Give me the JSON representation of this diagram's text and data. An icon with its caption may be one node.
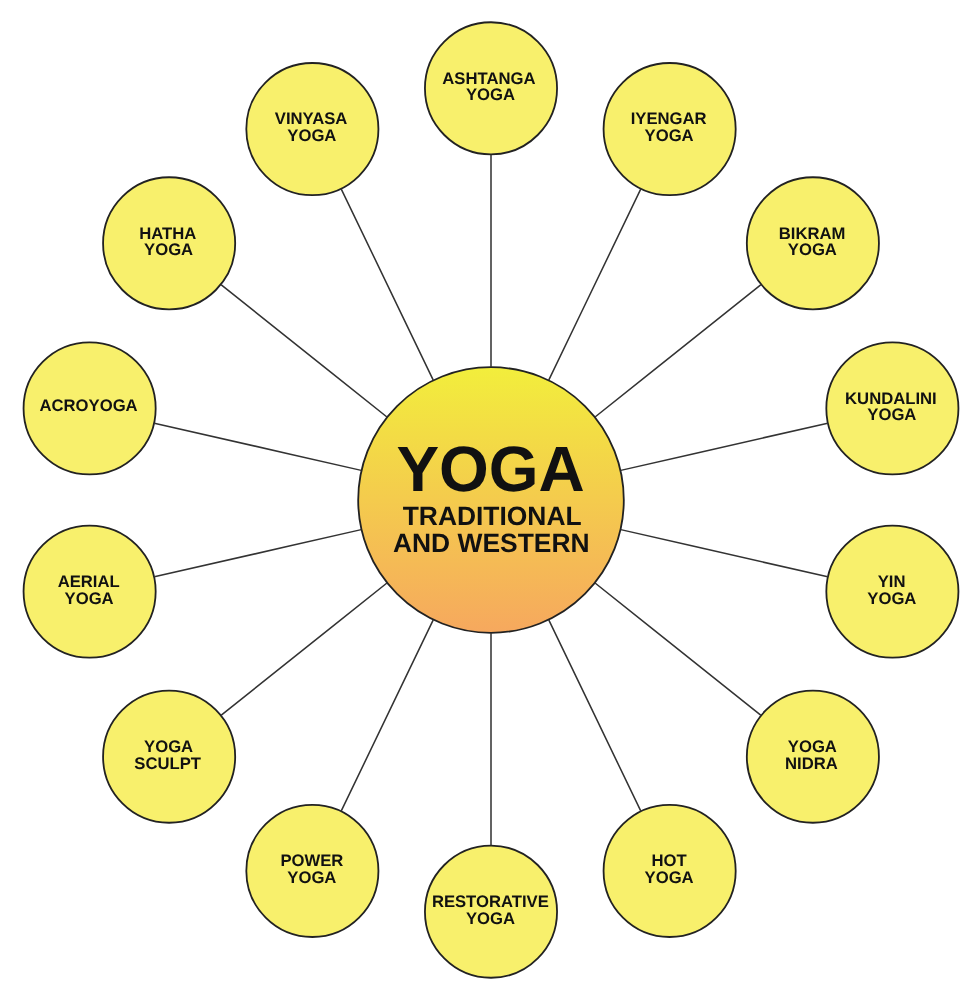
{
  "diagram": {
    "nodes": [
      {
        "text": [
          "YOGA",
          "TRADITIONAL AND WESTERN"
        ]
      },
      {
        "text": [
          "ASHTANGA YOGA"
        ]
      },
      {
        "text": [
          "IYENGAR YOGA"
        ]
      },
      {
        "text": [
          "BIKRAM YOGA"
        ]
      },
      {
        "text": [
          "KUNDALINI YOGA"
        ]
      },
      {
        "text": [
          "YIN YOGA"
        ]
      },
      {
        "text": [
          "YOGA NIDRA"
        ]
      },
      {
        "text": [
          "HOT YOGA"
        ]
      },
      {
        "text": [
          "RESTORATIVE YOGA"
        ]
      },
      {
        "text": [
          "POWER YOGA"
        ]
      },
      {
        "text": [
          "YOGA SCULPT"
        ]
      },
      {
        "text": [
          "AERIAL YOGA"
        ]
      },
      {
        "text": [
          "ACROYOGA"
        ]
      },
      {
        "text": [
          "HATHA YOGA"
        ]
      },
      {
        "text": [
          "VINYASA YOGA"
        ]
      }
    ],
    "edges": [
      {
        "from": 0,
        "to": 1,
        "arrow": "none"
      },
      {
        "from": 0,
        "to": 2,
        "arrow": "none"
      },
      {
        "from": 0,
        "to": 3,
        "arrow": "none"
      },
      {
        "from": 0,
        "to": 4,
        "arrow": "none"
      },
      {
        "from": 0,
        "to": 5,
        "arrow": "none"
      },
      {
        "from": 0,
        "to": 6,
        "arrow": "none"
      },
      {
        "from": 0,
        "to": 7,
        "arrow": "none"
      },
      {
        "from": 0,
        "to": 8,
        "arrow": "none"
      },
      {
        "from": 0,
        "to": 9,
        "arrow": "none"
      },
      {
        "from": 0,
        "to": 10,
        "arrow": "none"
      },
      {
        "from": 0,
        "to": 11,
        "arrow": "none"
      },
      {
        "from": 0,
        "to": 12,
        "arrow": "none"
      },
      {
        "from": 0,
        "to": 13,
        "arrow": "none"
      },
      {
        "from": 0,
        "to": 14,
        "arrow": "none"
      }
    ]
  }
}
